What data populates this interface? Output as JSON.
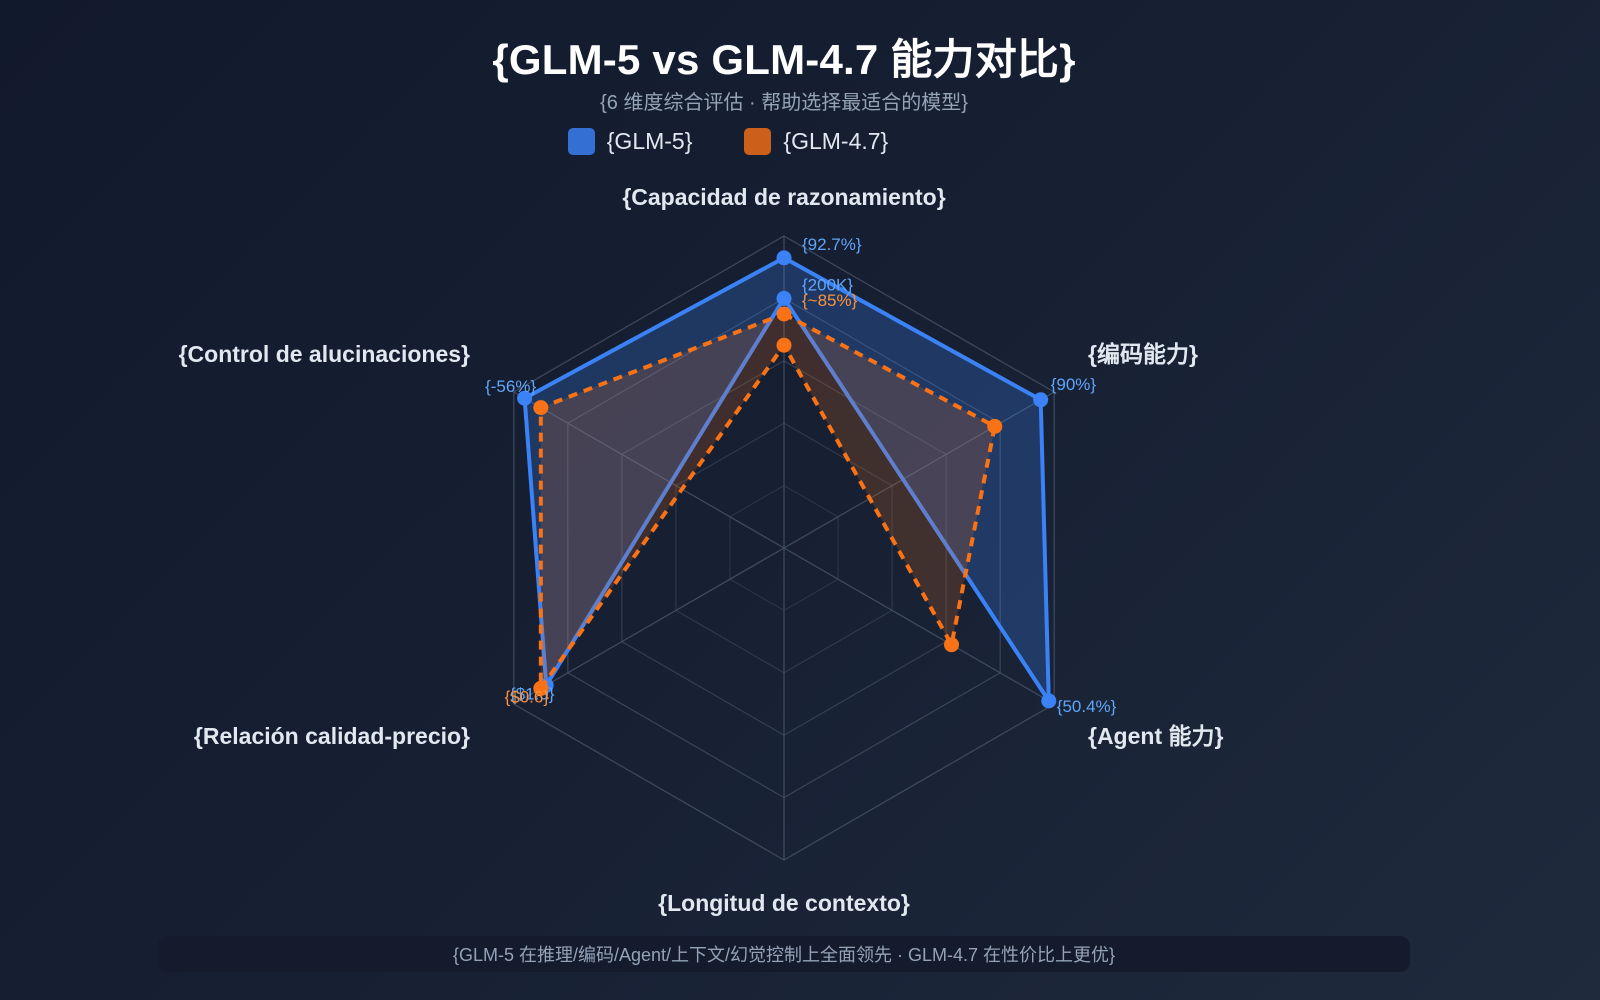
{
  "header": {
    "title": "{GLM-5 vs GLM-4.7 能力对比}",
    "subtitle": "{6 维度综合评估 · 帮助选择最适合的模型}"
  },
  "legend": [
    {
      "label": "{GLM-5}",
      "color": "#3470d4"
    },
    {
      "label": "{GLM-4.7}",
      "color": "#cc5f1a"
    }
  ],
  "footer": {
    "note": "{GLM-5 在推理/编码/Agent/上下文/幻觉控制上全面领先 · GLM-4.7 在性价比上更优}"
  },
  "colors": {
    "glm5_line": "#3b82f6",
    "glm5_label": "#60a5fa",
    "glm47_line": "#f97316",
    "glm47_label": "#fb923c",
    "grid": "#475569"
  },
  "chart_data": {
    "type": "radar",
    "title": "{GLM-5 vs GLM-4.7 能力对比}",
    "subtitle": "{6 维度综合评估 · 帮助选择最适合的模型}",
    "axes": [
      "{Capacidad de razonamiento}",
      "{编码能力}",
      "{Agent 能力}",
      "{Longitud de contexto}",
      "{Relación calidad-precio}",
      "{Control de alucinaciones}"
    ],
    "range": [
      0,
      1
    ],
    "grid_levels": 5,
    "legend_position": "top",
    "series": [
      {
        "name": "{GLM-5}",
        "style": "solid",
        "values": [
          0.93,
          0.95,
          0.98,
          -0.8,
          0.88,
          0.96
        ],
        "labels": [
          "{92.7%}",
          "{90%}",
          "{50.4%}",
          "{200K}",
          "{$1.0}",
          "{-56%}"
        ]
      },
      {
        "name": "{GLM-4.7}",
        "style": "dashed",
        "values": [
          0.75,
          0.78,
          0.62,
          -0.65,
          0.9,
          0.9
        ],
        "labels": [
          "{~85%}",
          "",
          "",
          "",
          "{$0.6}",
          ""
        ]
      }
    ]
  }
}
